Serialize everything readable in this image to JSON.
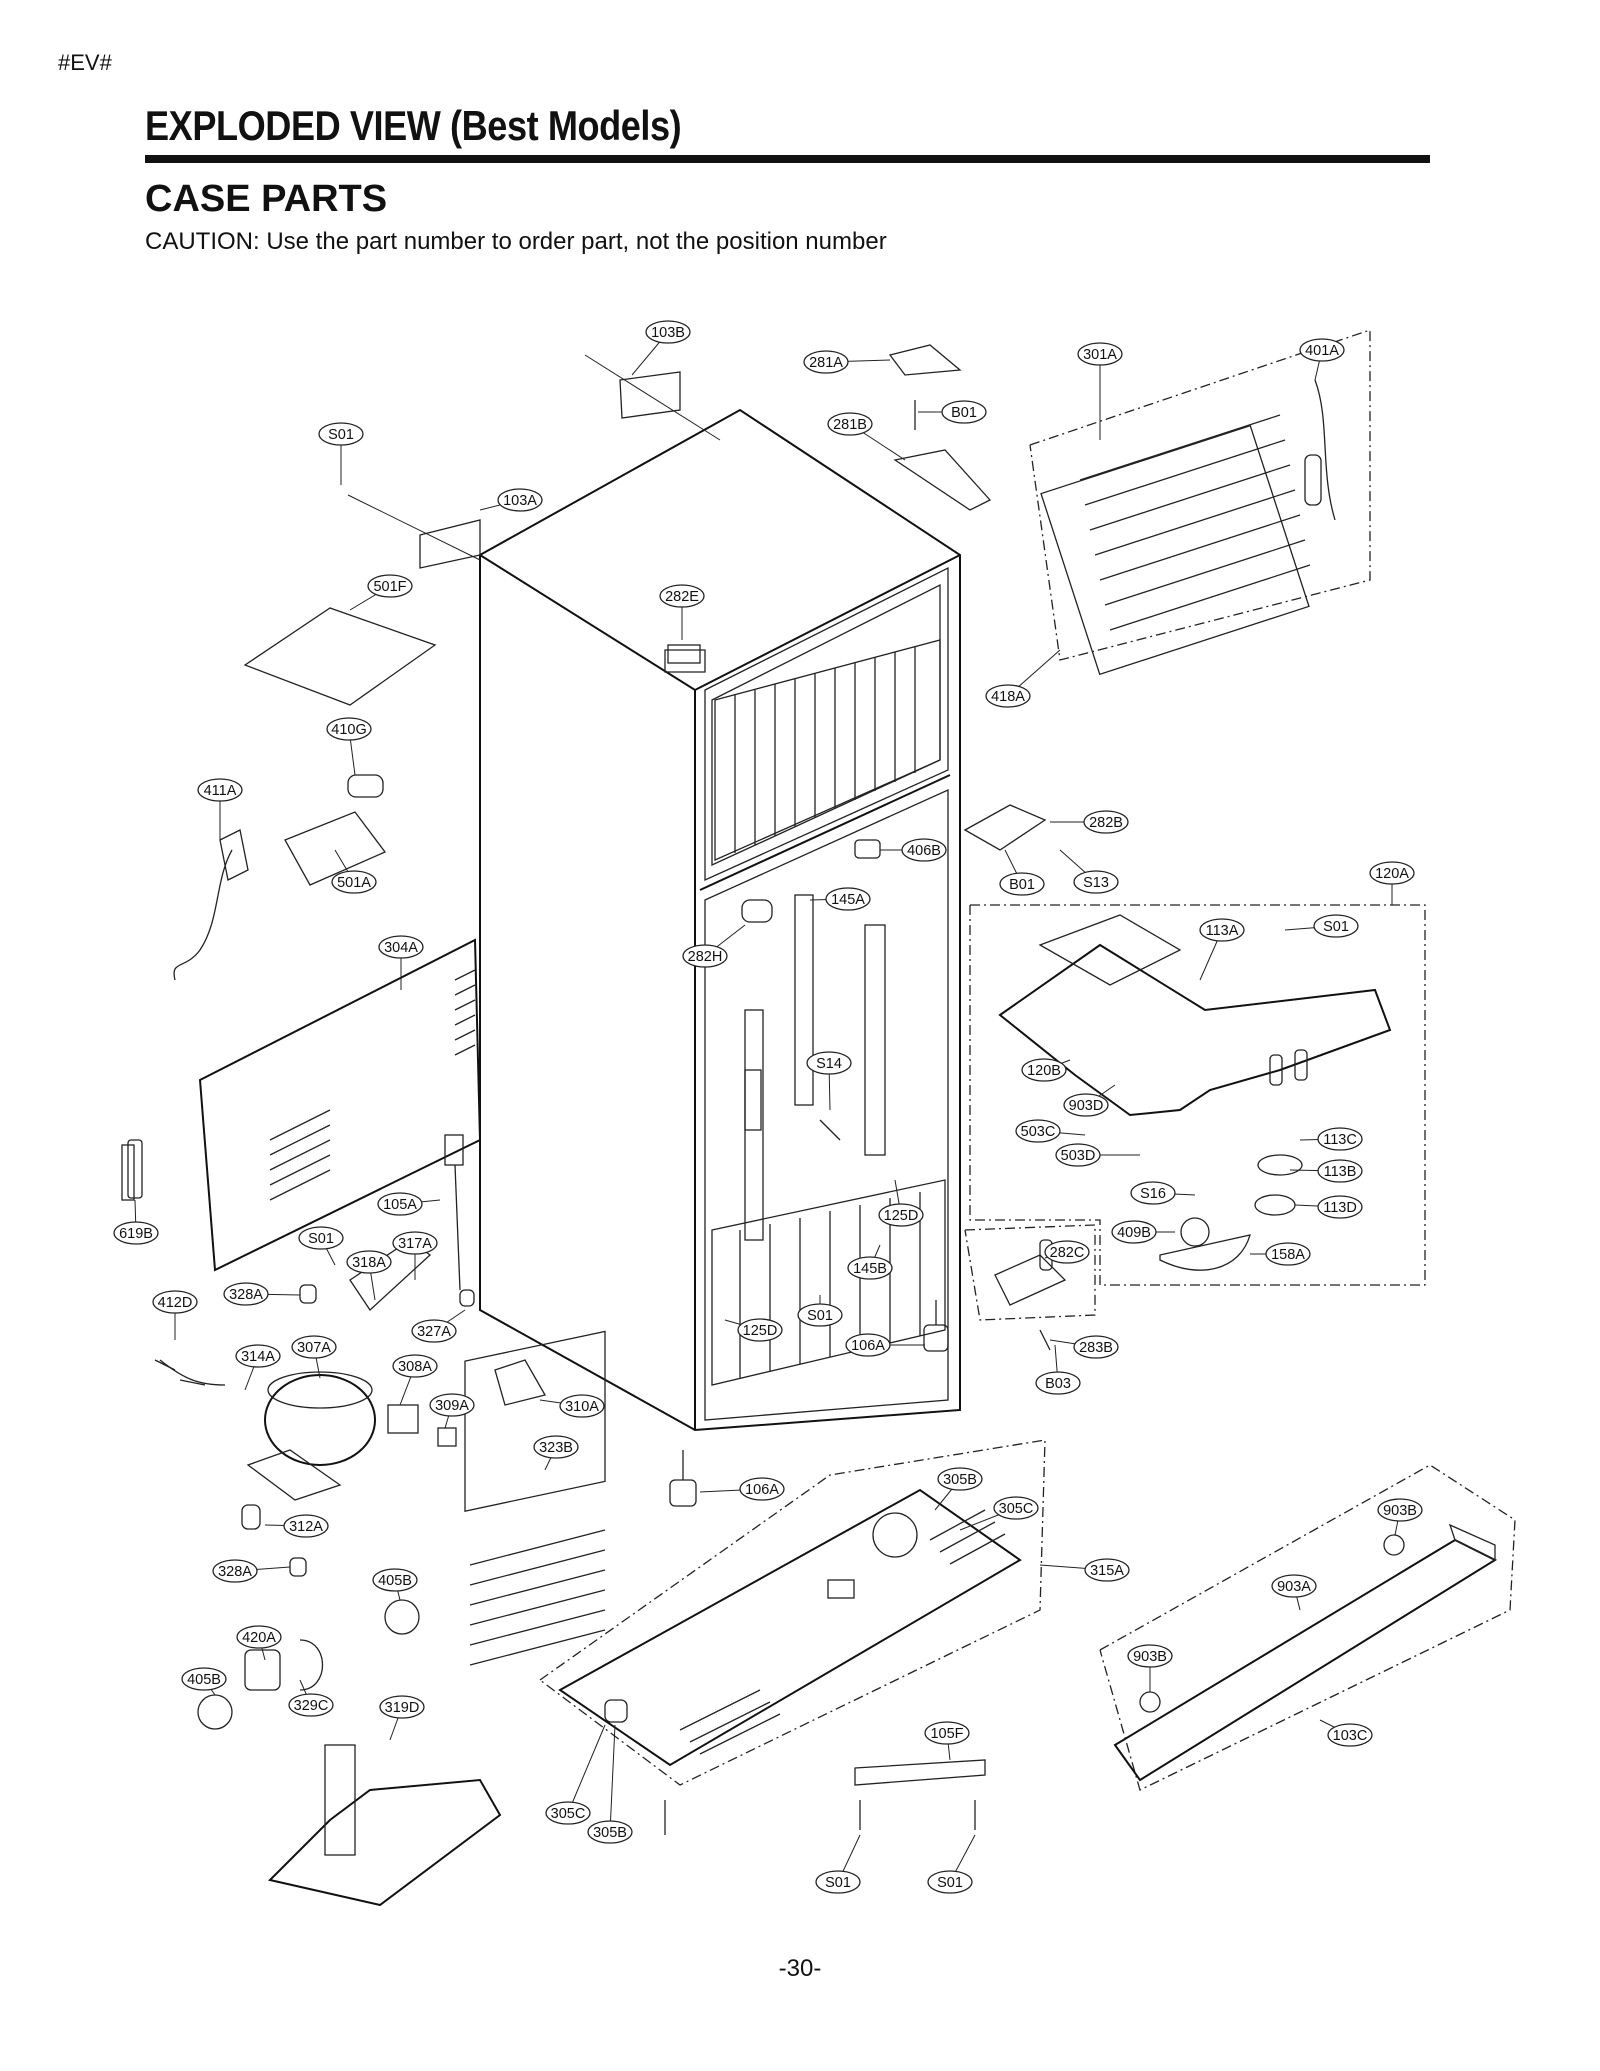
{
  "page": {
    "tag": "#EV#",
    "title": "EXPLODED VIEW  (Best Models)",
    "subtitle": "CASE PARTS",
    "caution": "CAUTION: Use the part number to order part, not the position number",
    "page_number": "-30-"
  },
  "callouts": [
    {
      "id": "c-103b",
      "label": "103B"
    },
    {
      "id": "c-281a",
      "label": "281A"
    },
    {
      "id": "c-301a",
      "label": "301A"
    },
    {
      "id": "c-401a",
      "label": "401A"
    },
    {
      "id": "c-b01-top",
      "label": "B01"
    },
    {
      "id": "c-281b",
      "label": "281B"
    },
    {
      "id": "c-s01-top",
      "label": "S01"
    },
    {
      "id": "c-103a",
      "label": "103A"
    },
    {
      "id": "c-501f",
      "label": "501F"
    },
    {
      "id": "c-282e",
      "label": "282E"
    },
    {
      "id": "c-418a",
      "label": "418A"
    },
    {
      "id": "c-410g",
      "label": "410G"
    },
    {
      "id": "c-411a",
      "label": "411A"
    },
    {
      "id": "c-282b",
      "label": "282B"
    },
    {
      "id": "c-406b",
      "label": "406B"
    },
    {
      "id": "c-501a",
      "label": "501A"
    },
    {
      "id": "c-b01-mid",
      "label": "B01"
    },
    {
      "id": "c-s13",
      "label": "S13"
    },
    {
      "id": "c-120a",
      "label": "120A"
    },
    {
      "id": "c-304a",
      "label": "304A"
    },
    {
      "id": "c-145a",
      "label": "145A"
    },
    {
      "id": "c-113a",
      "label": "113A"
    },
    {
      "id": "c-s01-right",
      "label": "S01"
    },
    {
      "id": "c-282h",
      "label": "282H"
    },
    {
      "id": "c-120b",
      "label": "120B"
    },
    {
      "id": "c-s14",
      "label": "S14"
    },
    {
      "id": "c-903d",
      "label": "903D"
    },
    {
      "id": "c-503c",
      "label": "503C"
    },
    {
      "id": "c-113c",
      "label": "113C"
    },
    {
      "id": "c-503d",
      "label": "503D"
    },
    {
      "id": "c-113b",
      "label": "113B"
    },
    {
      "id": "c-s16",
      "label": "S16"
    },
    {
      "id": "c-113d",
      "label": "113D"
    },
    {
      "id": "c-105a",
      "label": "105A"
    },
    {
      "id": "c-125d-right",
      "label": "125D"
    },
    {
      "id": "c-619b",
      "label": "619B"
    },
    {
      "id": "c-409b",
      "label": "409B"
    },
    {
      "id": "c-s01-mid",
      "label": "S01"
    },
    {
      "id": "c-317a",
      "label": "317A"
    },
    {
      "id": "c-282c",
      "label": "282C"
    },
    {
      "id": "c-158a",
      "label": "158A"
    },
    {
      "id": "c-318a",
      "label": "318A"
    },
    {
      "id": "c-145b",
      "label": "145B"
    },
    {
      "id": "c-412d",
      "label": "412D"
    },
    {
      "id": "c-328a-top",
      "label": "328A"
    },
    {
      "id": "c-s01-bottom",
      "label": "S01"
    },
    {
      "id": "c-327a",
      "label": "327A"
    },
    {
      "id": "c-125d-left",
      "label": "125D"
    },
    {
      "id": "c-106a-mid",
      "label": "106A"
    },
    {
      "id": "c-283b",
      "label": "283B"
    },
    {
      "id": "c-314a",
      "label": "314A"
    },
    {
      "id": "c-307a",
      "label": "307A"
    },
    {
      "id": "c-308a",
      "label": "308A"
    },
    {
      "id": "c-b03",
      "label": "B03"
    },
    {
      "id": "c-309a",
      "label": "309A"
    },
    {
      "id": "c-310a",
      "label": "310A"
    },
    {
      "id": "c-323b",
      "label": "323B"
    },
    {
      "id": "c-305b-top",
      "label": "305B"
    },
    {
      "id": "c-106a-bottom",
      "label": "106A"
    },
    {
      "id": "c-305c-top",
      "label": "305C"
    },
    {
      "id": "c-903b-top",
      "label": "903B"
    },
    {
      "id": "c-312a",
      "label": "312A"
    },
    {
      "id": "c-315a",
      "label": "315A"
    },
    {
      "id": "c-328a-bottom",
      "label": "328A"
    },
    {
      "id": "c-405b-top",
      "label": "405B"
    },
    {
      "id": "c-903a",
      "label": "903A"
    },
    {
      "id": "c-420a",
      "label": "420A"
    },
    {
      "id": "c-903b-bottom",
      "label": "903B"
    },
    {
      "id": "c-405b-left",
      "label": "405B"
    },
    {
      "id": "c-329c",
      "label": "329C"
    },
    {
      "id": "c-319d",
      "label": "319D"
    },
    {
      "id": "c-105f",
      "label": "105F"
    },
    {
      "id": "c-103c",
      "label": "103C"
    },
    {
      "id": "c-305c-bottom",
      "label": "305C"
    },
    {
      "id": "c-305b-bottom",
      "label": "305B"
    },
    {
      "id": "c-s01-b1",
      "label": "S01"
    },
    {
      "id": "c-s01-b2",
      "label": "S01"
    }
  ]
}
